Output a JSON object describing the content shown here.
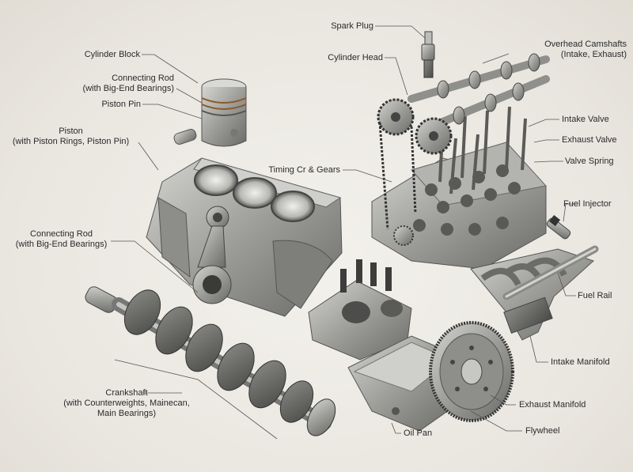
{
  "labels": {
    "spark_plug": "Spark Plug",
    "cylinder_head": "Cylinder Head",
    "overhead_camshafts_1": "Overhead Camshafts",
    "overhead_camshafts_2": "(Intake, Exhaust)",
    "cylinder_block": "Cylinder Block",
    "conrod_top_1": "Connecting Rod",
    "conrod_top_2": "(with Big-End Bearings)",
    "piston_pin": "Piston Pin",
    "piston_1": "Piston",
    "piston_2": "(with Piston Rings, Piston Pin)",
    "intake_valve": "Intake Valve",
    "exhaust_valve": "Exhaust Valve",
    "valve_spring": "Valve Spring",
    "timing": "Timing Cr & Gears",
    "fuel_injector": "Fuel Injector",
    "conrod_left_1": "Connecting Rod",
    "conrod_left_2": "(with Big-End Bearings)",
    "fuel_rail": "Fuel Rail",
    "intake_manifold": "Intake Manifold",
    "exhaust_manifold": "Exhaust Manifold",
    "crankshaft_1": "Crankshaft",
    "crankshaft_2": "(with Counterweights, Mainecan,",
    "crankshaft_3": "Main Bearings)",
    "oil_pan": "Oil Pan",
    "flywheel": "Flywheel"
  },
  "colors": {
    "background": "#ebe8e2",
    "metal": "#a9a9a6",
    "metal_dark": "#5f5f5c",
    "leader": "#555555",
    "text": "#2a2a2a"
  }
}
